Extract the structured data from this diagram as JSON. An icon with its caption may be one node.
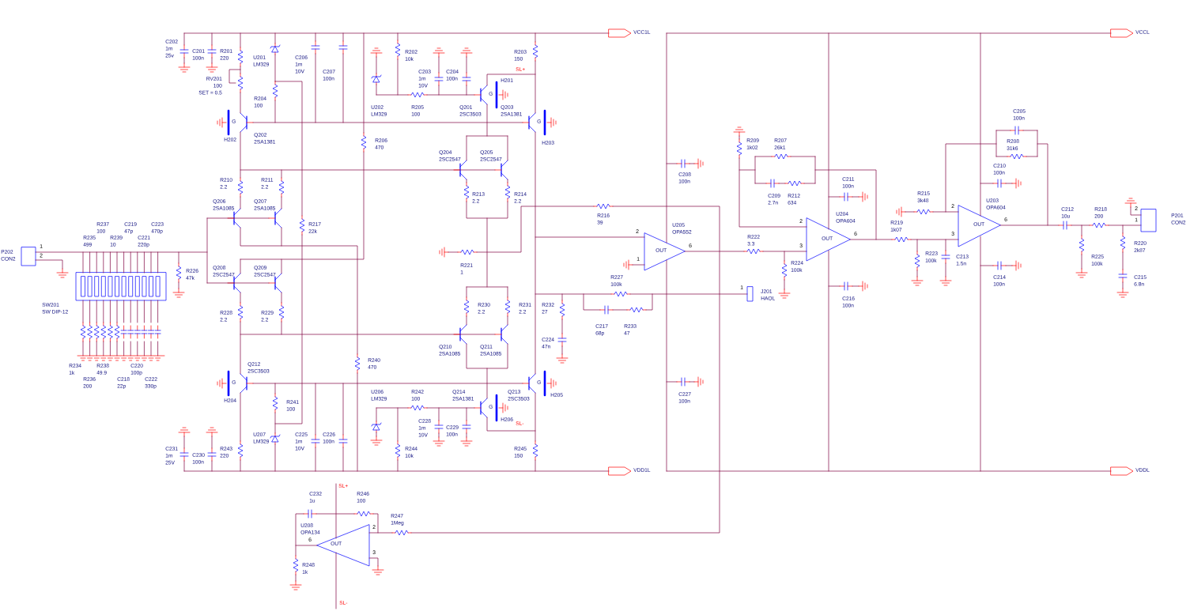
{
  "diagram": {
    "labels": [
      "C202",
      "1m",
      "25v",
      "C201",
      "100n",
      "R201",
      "220",
      "U201",
      "LM329",
      "C206",
      "1m",
      "10V",
      "C207",
      "100n",
      "R202",
      "10k",
      "R203",
      "150",
      "VCC1L",
      "VCCL",
      "SL+",
      "C203",
      "1m",
      "10V",
      "C204",
      "100n",
      "RV201",
      "100",
      "SET = 0.5",
      "H201",
      "R204",
      "100",
      "U202",
      "LM329",
      "R205",
      "100",
      "Q201",
      "2SC3503",
      "Q203",
      "2SA1381",
      "Q202",
      "2SA1381",
      "H202",
      "H203",
      "R206",
      "470",
      "R209",
      "1k02",
      "R207",
      "26k1",
      "C205",
      "100n",
      "R208",
      "31k6",
      "Q204",
      "2SC2547",
      "Q205",
      "2SC2547",
      "C210",
      "100n",
      "C208",
      "100n",
      "R210",
      "2.2",
      "R211",
      "2.2",
      "C211",
      "100n",
      "C209",
      "2.7n",
      "R212",
      "634",
      "R215",
      "3k48",
      "R213",
      "2.2",
      "R214",
      "2.2",
      "Q206",
      "2SA1085",
      "Q207",
      "2SA1085",
      "U203",
      "OPA604",
      "C212",
      "10u",
      "R218",
      "200",
      "U204",
      "OPA604",
      "R216",
      "39",
      "P201",
      "CON2",
      "R237",
      "100",
      "C219",
      "47p",
      "C223",
      "470p",
      "R217",
      "22k",
      "R219",
      "1k07",
      "U205",
      "OPA552",
      "R235",
      "499",
      "R239",
      "10",
      "C221",
      "220p",
      "R222",
      "3.3",
      "R220",
      "2k87",
      "P202",
      "CON2",
      "R223",
      "100k",
      "C213",
      "1.5n",
      "R225",
      "100k",
      "R224",
      "100k",
      "R226",
      "47k",
      "Q208",
      "2SC2547",
      "Q209",
      "2SC2547",
      "R227",
      "100k",
      "C214",
      "100n",
      "C215",
      "6.8n",
      "R221",
      "1",
      "J201",
      "HAOL",
      "C216",
      "100n",
      "SW201",
      "SW DIP-12",
      "R230",
      "2.2",
      "R231",
      "2.2",
      "R232",
      "27",
      "R228",
      "2.2",
      "R229",
      "2.2",
      "C217",
      "68p",
      "R233",
      "47",
      "C224",
      "47n",
      "Q210",
      "2SA1085",
      "Q211",
      "2SA1085",
      "R240",
      "470",
      "R234",
      "1k",
      "R238",
      "49.9",
      "C220",
      "100p",
      "Q212",
      "2SC3503",
      "R236",
      "200",
      "C218",
      "22p",
      "C222",
      "330p",
      "U206",
      "LM329",
      "R242",
      "100",
      "Q214",
      "2SA1381",
      "Q213",
      "2SC3503",
      "H205",
      "H204",
      "C227",
      "100n",
      "R241",
      "100",
      "H206",
      "C228",
      "1m",
      "10V",
      "C229",
      "100n",
      "SL-",
      "U207",
      "LM329",
      "C225",
      "1m",
      "10V",
      "C226",
      "100n",
      "C231",
      "1m",
      "25V",
      "C230",
      "100n",
      "R243",
      "220",
      "R244",
      "10k",
      "R245",
      "150",
      "VDD1L",
      "VDDL",
      "SL+",
      "C232",
      "1u",
      "R246",
      "100",
      "R247",
      "1Meg",
      "U208",
      "OPA134",
      "R248",
      "1k",
      "SL-",
      "1",
      "2",
      "2",
      "1",
      "1",
      "2",
      "1",
      "6",
      "OUT",
      "2",
      "3",
      "6",
      "OUT",
      "2",
      "3",
      "6",
      "OUT",
      "2",
      "3",
      "6",
      "OUT",
      "G",
      "G",
      "G",
      "G",
      "G",
      "G"
    ]
  }
}
